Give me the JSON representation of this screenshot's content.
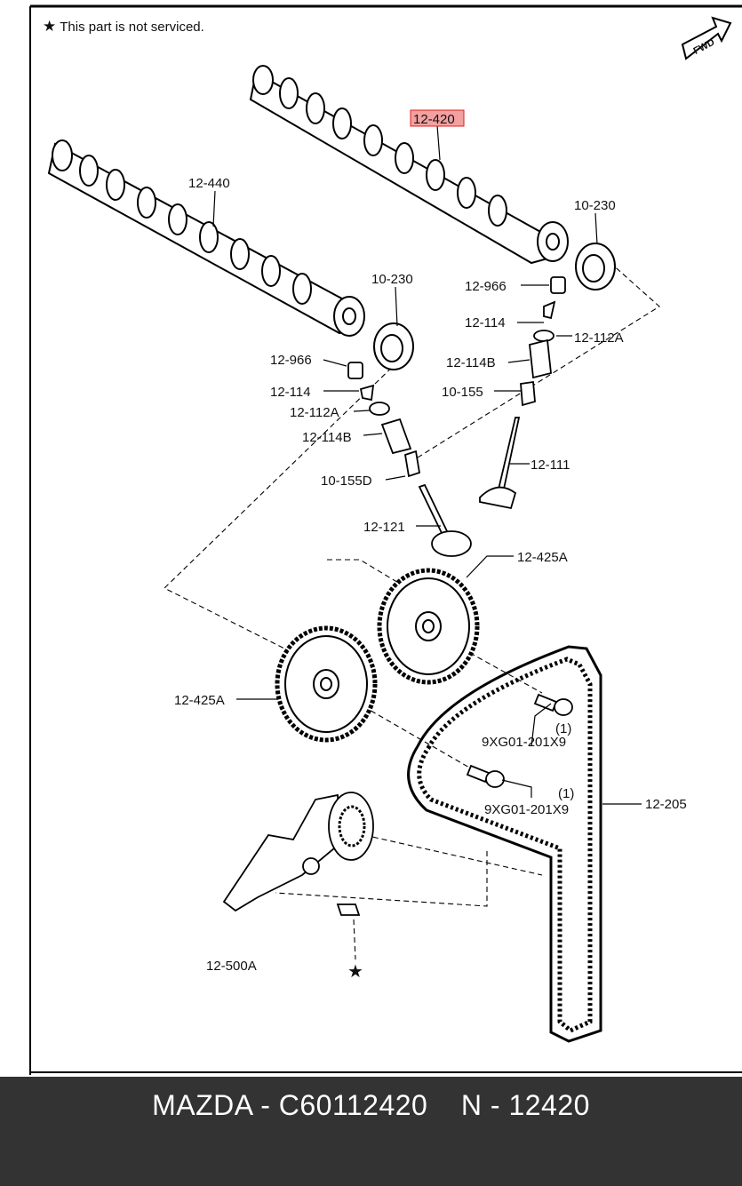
{
  "note": {
    "star": "★",
    "text": "This part is not serviced."
  },
  "fwd_label": "FWD",
  "callouts": {
    "c12420": "12-420",
    "c12440": "12-440",
    "c10230a": "10-230",
    "c10230b": "10-230",
    "c12966a": "12-966",
    "c12966b": "12-966",
    "c12114a": "12-114",
    "c12114b": "12-114",
    "c12112Aa": "12-112A",
    "c12112Ab": "12-112A",
    "c12114Ba": "12-114B",
    "c12114Bb": "12-114B",
    "c10155": "10-155",
    "c10155D": "10-155D",
    "c12111": "12-111",
    "c12121": "12-121",
    "c12425Aa": "12-425A",
    "c12425Ab": "12-425A",
    "c9xgA_qty": "(1)",
    "c9xgA": "9XG01-201X9",
    "c9xgB_qty": "(1)",
    "c9xgB": "9XG01-201X9",
    "c12205": "12-205",
    "c12500A": "12-500A",
    "star": "★"
  },
  "highlight_color": "#f4a0a0",
  "footer": {
    "text": "MAZDA - C60112420    N - 12420"
  }
}
